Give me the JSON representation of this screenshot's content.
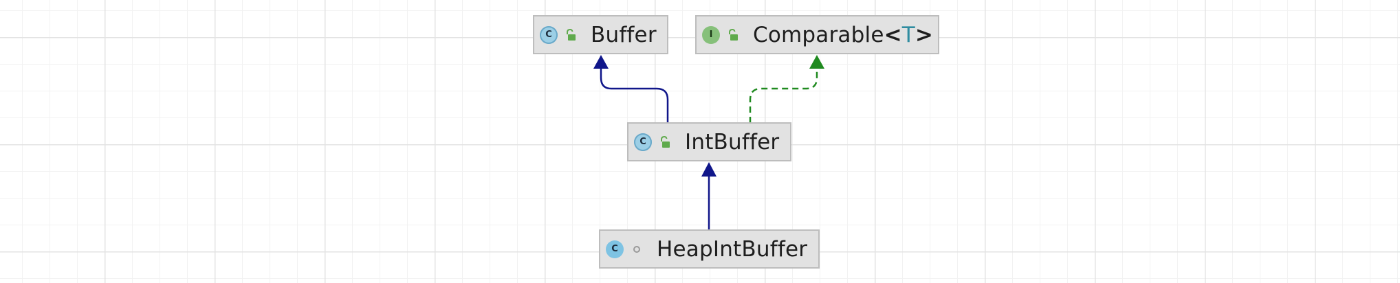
{
  "diagram": {
    "nodes": [
      {
        "id": "buffer",
        "kind": "class",
        "abstract": true,
        "modifier": "public",
        "label": "Buffer",
        "icon": "abstract-class-icon",
        "badge": "C"
      },
      {
        "id": "comparable",
        "kind": "interface",
        "modifier": "public",
        "label": "Comparable",
        "type_param": "T",
        "open_bracket": "<",
        "close_bracket": ">",
        "icon": "interface-icon",
        "badge": "I"
      },
      {
        "id": "intbuffer",
        "kind": "class",
        "abstract": true,
        "modifier": "public",
        "label": "IntBuffer",
        "icon": "abstract-class-icon",
        "badge": "C"
      },
      {
        "id": "heapintbuffer",
        "kind": "class",
        "abstract": false,
        "modifier": "package-private",
        "label": "HeapIntBuffer",
        "icon": "class-icon",
        "badge": "C"
      }
    ],
    "edges": [
      {
        "from": "intbuffer",
        "to": "buffer",
        "type": "extends",
        "style": "solid",
        "color": "#10168a"
      },
      {
        "from": "intbuffer",
        "to": "comparable",
        "type": "implements",
        "style": "dashed",
        "color": "#1f8a1f"
      },
      {
        "from": "heapintbuffer",
        "to": "intbuffer",
        "type": "extends",
        "style": "solid",
        "color": "#10168a"
      }
    ],
    "colors": {
      "node_fill": "#e2e2e2",
      "node_border": "#bdbdbd",
      "class_badge": "#7ec3e3",
      "interface_badge": "#86c07a",
      "public_lock": "#5faa4c",
      "type_param": "#2f8ca0"
    }
  }
}
